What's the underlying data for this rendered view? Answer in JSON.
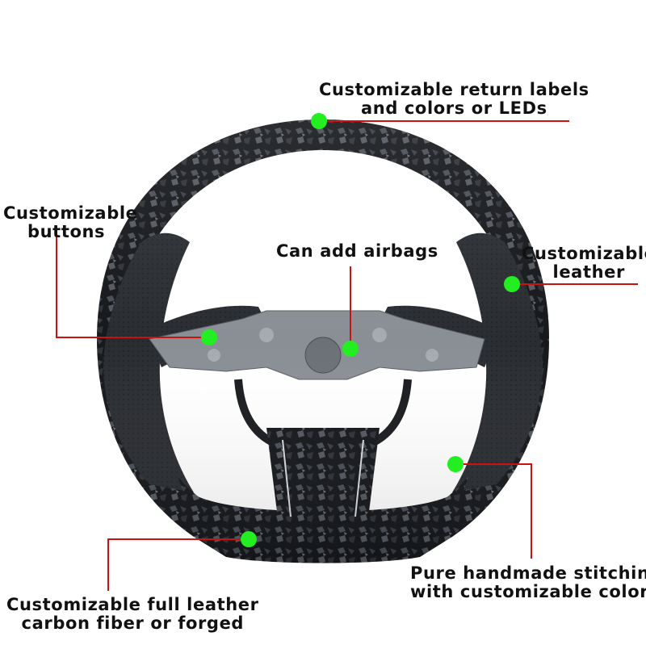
{
  "colors": {
    "background": "#ffffff",
    "marker": "#22ee22",
    "leader_line": "#cc1111",
    "label_text": "#111111",
    "carbon": "#1c1f24",
    "leather": "#2b2e33",
    "metal_frame": "#8a8f96"
  },
  "annotations": {
    "return_labels": {
      "line1": "Customizable return labels",
      "line2": "and colors or LEDs"
    },
    "buttons": {
      "line1": "Customizable",
      "line2": "buttons"
    },
    "airbags": {
      "line1": "Can add airbags"
    },
    "leather": {
      "line1": "Customizable",
      "line2": "leather"
    },
    "stitching": {
      "line1": "Pure handmade stitching",
      "line2": "with customizable colors"
    },
    "bottom_material": {
      "line1": "Customizable full leather",
      "line2": "carbon fiber or forged"
    }
  }
}
